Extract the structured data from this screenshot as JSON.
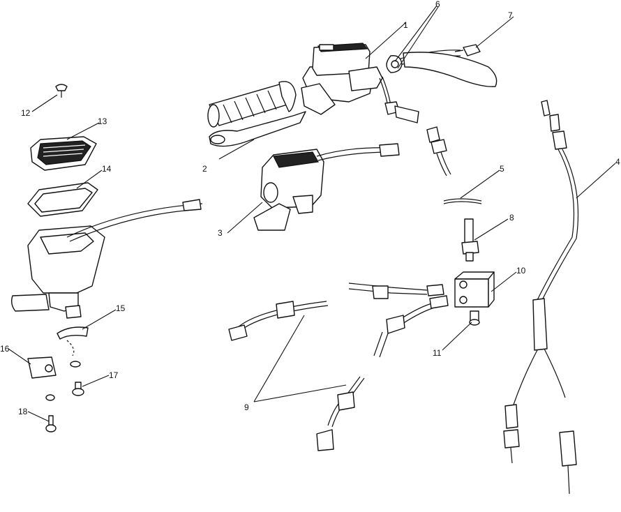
{
  "callouts": {
    "c1": "1",
    "c2": "2",
    "c3": "3",
    "c4": "4",
    "c5": "5",
    "c6": "6",
    "c7": "7",
    "c8": "8",
    "c9": "9",
    "c10": "10",
    "c11": "11",
    "c12": "12",
    "c13": "13",
    "c14": "14",
    "c15": "15",
    "c16": "16",
    "c17": "17",
    "c18": "18"
  }
}
